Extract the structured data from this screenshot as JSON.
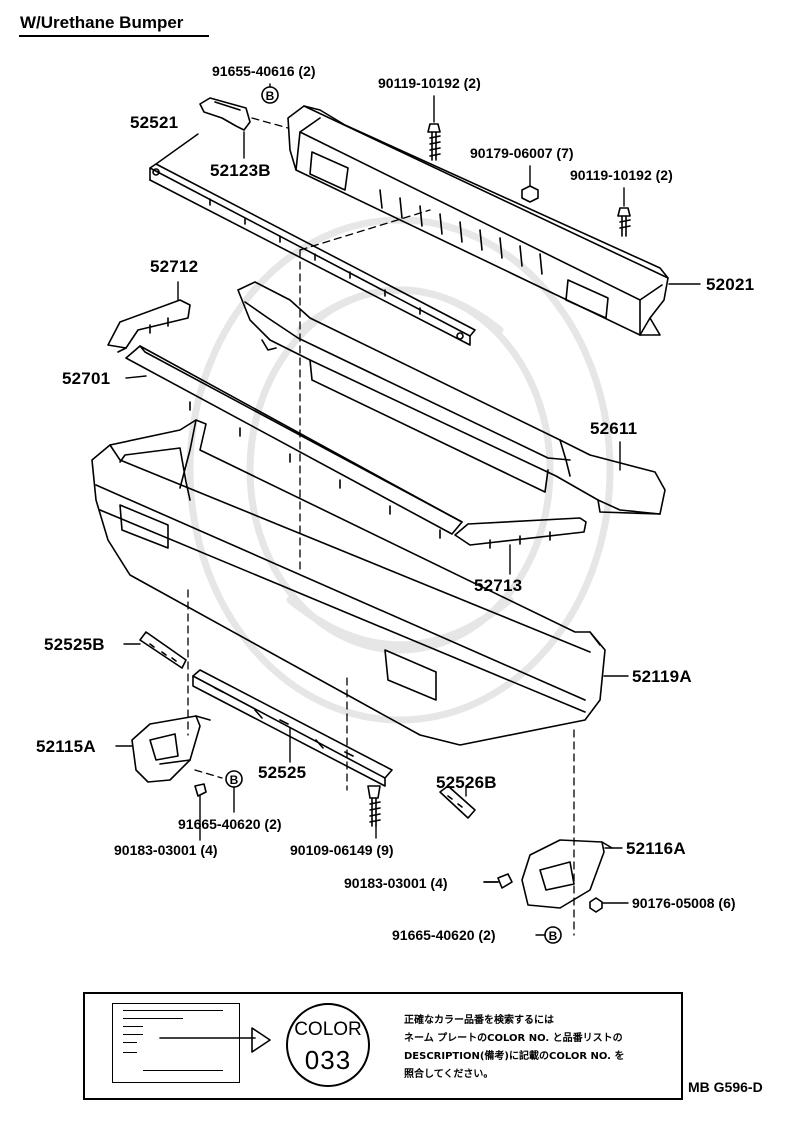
{
  "diagram": {
    "title": "W/Urethane Bumper",
    "code": "MB G596-D",
    "parts": [
      {
        "id": "91655-40616 (2)"
      },
      {
        "id": "90119-10192 (2)"
      },
      {
        "id": "52521"
      },
      {
        "id": "52123B"
      },
      {
        "id": "90179-06007 (7)"
      },
      {
        "id": "90119-10192 (2)"
      },
      {
        "id": "52712"
      },
      {
        "id": "52021"
      },
      {
        "id": "52701"
      },
      {
        "id": "52611"
      },
      {
        "id": "52713"
      },
      {
        "id": "52525B"
      },
      {
        "id": "52119A"
      },
      {
        "id": "52115A"
      },
      {
        "id": "52525"
      },
      {
        "id": "52526B"
      },
      {
        "id": "91665-40620 (2)"
      },
      {
        "id": "90183-03001 (4)"
      },
      {
        "id": "90109-06149 (9)"
      },
      {
        "id": "52116A"
      },
      {
        "id": "90183-03001 (4)"
      },
      {
        "id": "90176-05008 (6)"
      },
      {
        "id": "91665-40620 (2)"
      }
    ],
    "callout_letter": "B",
    "legend": {
      "color_word": "COLOR",
      "color_number": "033",
      "note_lines": [
        "正確なカラー品番を検索するには",
        "ネーム プレートのCOLOR NO. と品番リストの",
        "DESCRIPTION(備考)に記載のCOLOR NO. を",
        "照合してください。"
      ]
    },
    "icons": [
      "screw-icon",
      "clip-icon",
      "nut-icon",
      "b-callout-icon",
      "arrow-right-icon"
    ]
  }
}
